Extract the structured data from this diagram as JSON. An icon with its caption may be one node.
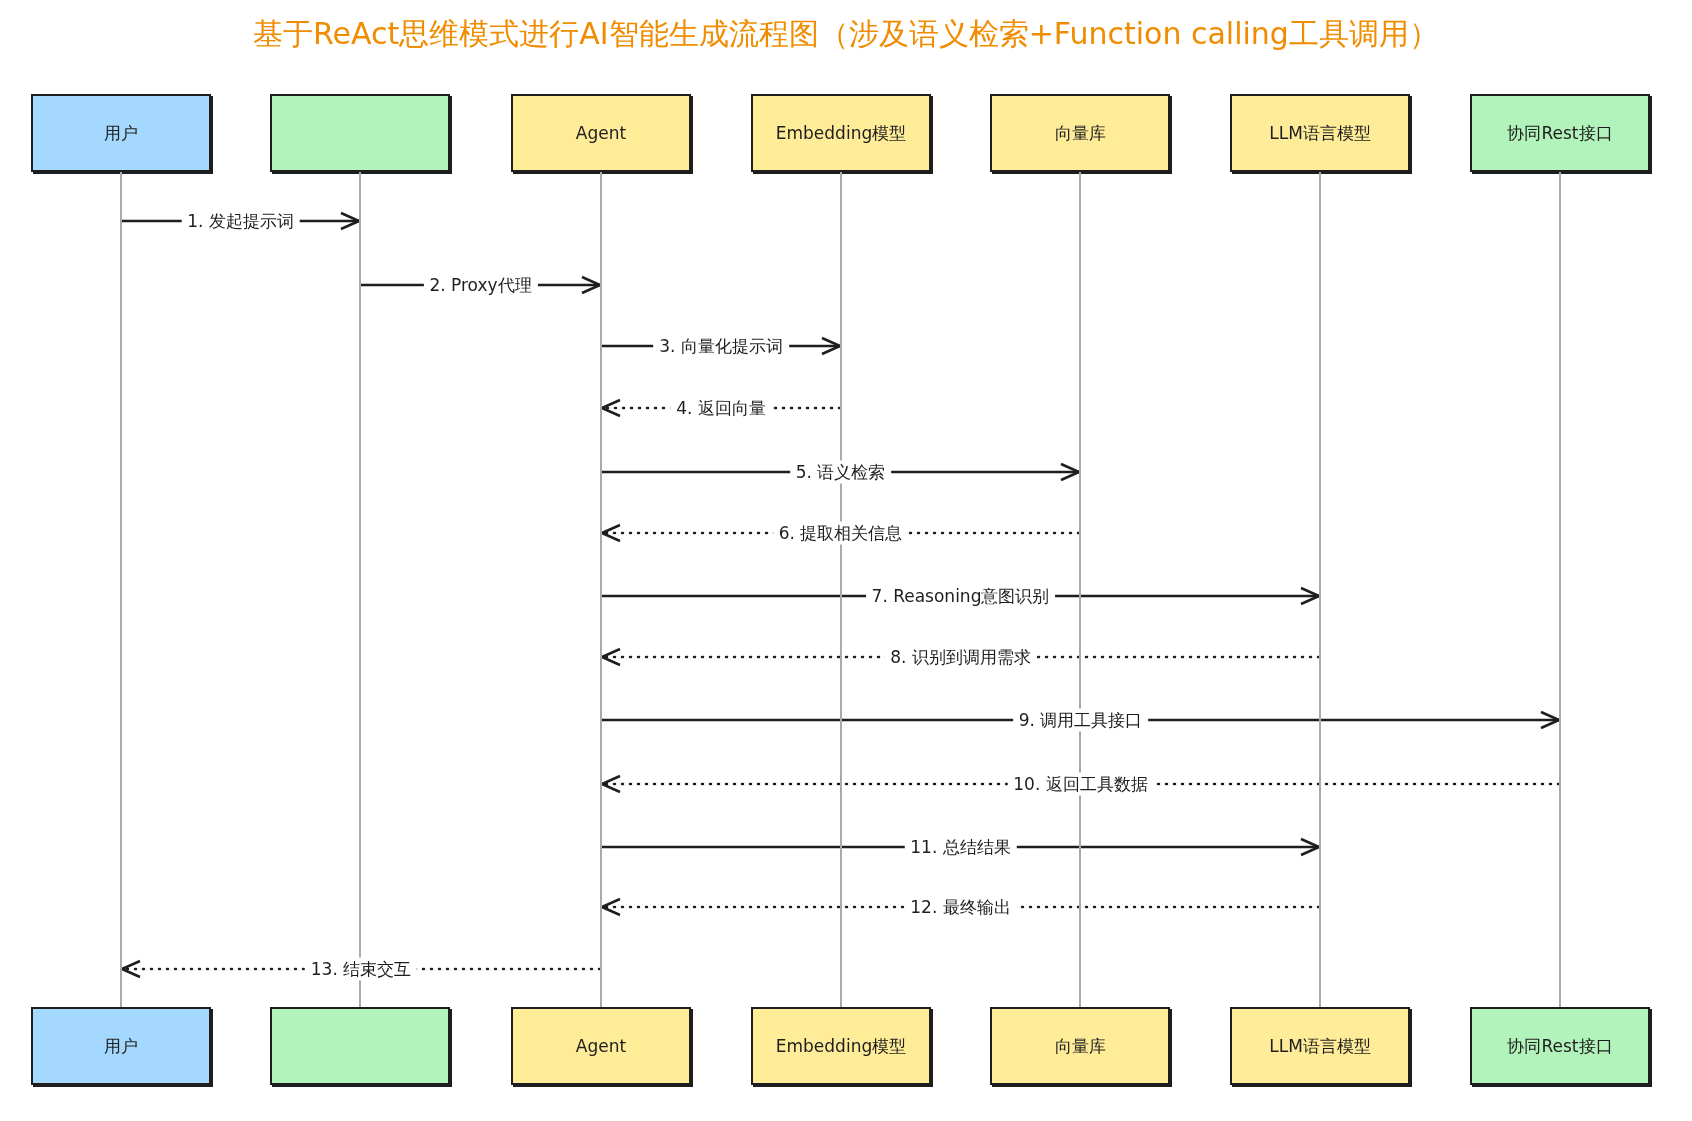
{
  "diagram": {
    "title": "基于ReAct思维模式进行AI智能生成流程图（涉及语义检索+Function calling工具调用）",
    "nodes": [
      {
        "text": [
          "用户"
        ]
      },
      {
        "text": [],
        "shape": "box"
      },
      {
        "text": [
          "Agent"
        ]
      },
      {
        "text": [
          "Embedding模型"
        ]
      },
      {
        "text": [
          "向量库"
        ]
      },
      {
        "text": [
          "LLM语言模型"
        ]
      },
      {
        "text": [
          "协同Rest接口"
        ]
      },
      {
        "text": [],
        "shape": "line"
      },
      {
        "text": [],
        "shape": "line"
      },
      {
        "text": [],
        "shape": "line"
      },
      {
        "text": [],
        "shape": "line"
      },
      {
        "text": [],
        "shape": "line"
      },
      {
        "text": [],
        "shape": "line"
      },
      {
        "text": [],
        "shape": "line"
      },
      {
        "text": [
          "用户"
        ]
      },
      {
        "text": [],
        "shape": "box"
      },
      {
        "text": [
          "Agent"
        ]
      },
      {
        "text": [
          "Embedding模型"
        ]
      },
      {
        "text": [
          "向量库"
        ]
      },
      {
        "text": [
          "LLM语言模型"
        ]
      },
      {
        "text": [
          "协同Rest接口"
        ]
      }
    ],
    "edges": [
      {
        "from": 7,
        "to": 8,
        "arrow": "to",
        "label": "1. 发起提示词"
      },
      {
        "from": 8,
        "to": 9,
        "arrow": "to",
        "label": "2. Proxy代理"
      },
      {
        "from": 9,
        "to": 10,
        "arrow": "to",
        "label": "3. 向量化提示词"
      },
      {
        "from": 10,
        "to": 9,
        "arrow": "to",
        "label": "4. 返回向量",
        "style": "dashed"
      },
      {
        "from": 9,
        "to": 11,
        "arrow": "to",
        "label": "5. 语义检索"
      },
      {
        "from": 11,
        "to": 9,
        "arrow": "to",
        "label": "6. 提取相关信息",
        "style": "dashed"
      },
      {
        "from": 9,
        "to": 12,
        "arrow": "to",
        "label": "7. Reasoning意图识别"
      },
      {
        "from": 12,
        "to": 9,
        "arrow": "to",
        "label": "8. 识别到调用需求",
        "style": "dashed"
      },
      {
        "from": 9,
        "to": 13,
        "arrow": "to",
        "label": "9. 调用工具接口"
      },
      {
        "from": 13,
        "to": 9,
        "arrow": "to",
        "label": "10. 返回工具数据",
        "style": "dashed"
      },
      {
        "from": 9,
        "to": 12,
        "arrow": "to",
        "label": "11. 总结结果"
      },
      {
        "from": 12,
        "to": 9,
        "arrow": "to",
        "label": "12. 最终输出",
        "style": "dashed"
      },
      {
        "from": 9,
        "to": 7,
        "arrow": "to",
        "label": "13. 结束交互",
        "style": "dashed"
      }
    ]
  }
}
